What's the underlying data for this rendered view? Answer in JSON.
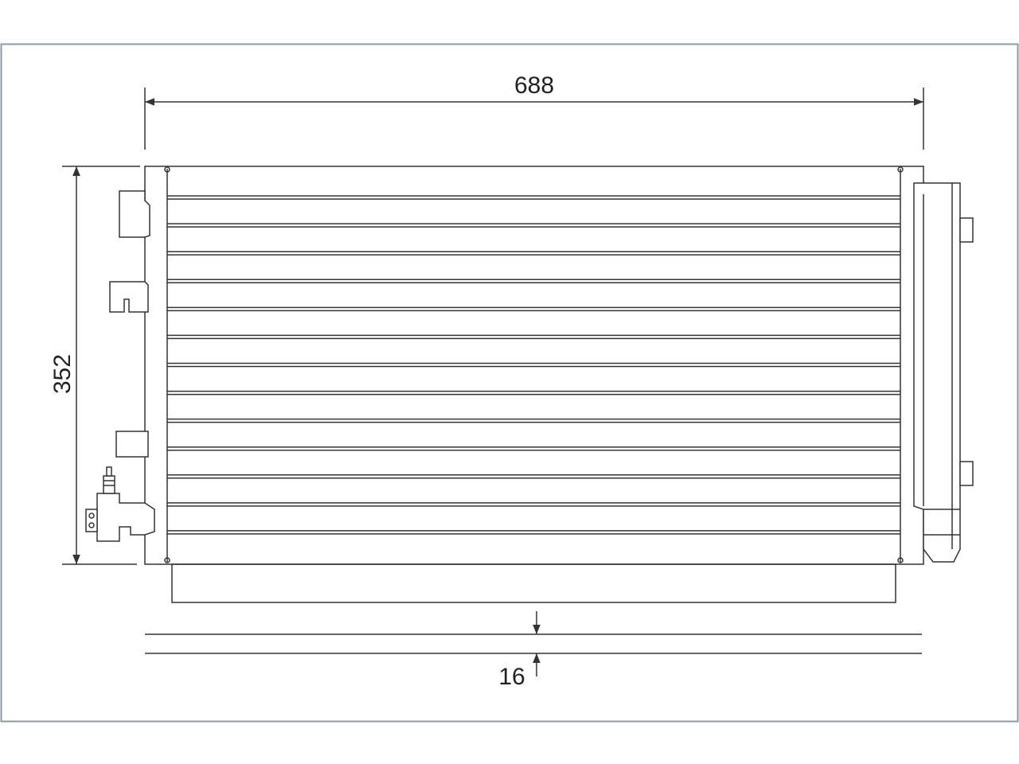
{
  "dimensions": {
    "width_label": "688",
    "height_label": "352",
    "thickness_label": "16"
  },
  "colors": {
    "frame_border": "#8a9aa6",
    "line": "#333333",
    "background": "#ffffff"
  }
}
